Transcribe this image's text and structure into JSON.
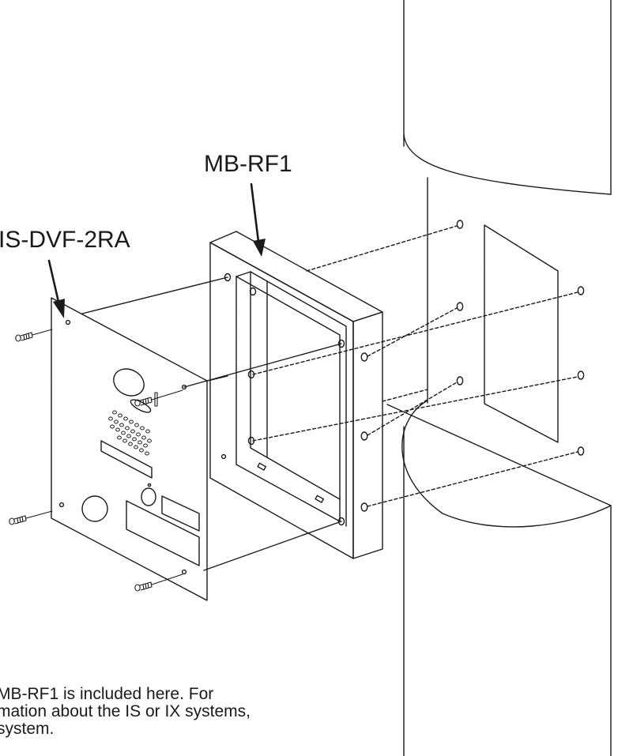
{
  "labels": {
    "mounting_box": "MB-RF1",
    "door_station": "IS-DVF-2RA"
  },
  "note_lines": [
    "MB-RF1 is included here. For",
    "mation about the IS or IX systems,",
    "system."
  ],
  "colors": {
    "line": "#1a1a1a",
    "background": "#ffffff"
  }
}
